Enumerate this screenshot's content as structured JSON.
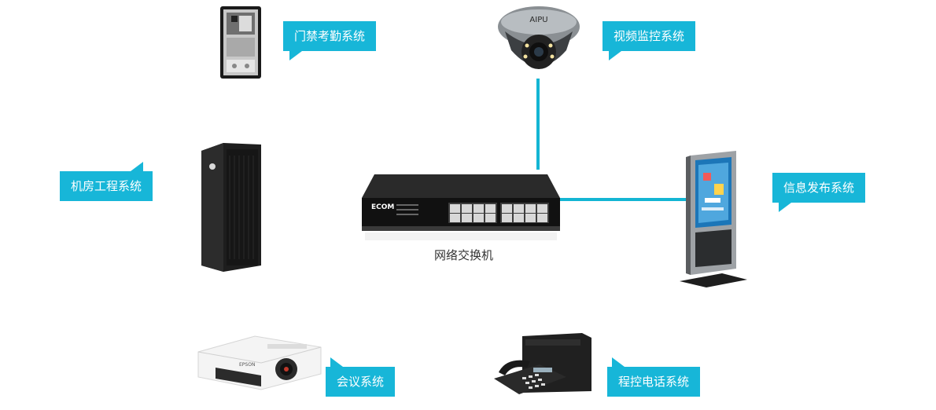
{
  "center": {
    "label": "网络交换机",
    "brand": "ECOM"
  },
  "camera_brand": "AIPU",
  "projector_brand": "EPSON",
  "nodes": {
    "access": "门禁考勤系统",
    "video": "视频监控系统",
    "room": "机房工程系统",
    "info": "信息发布系统",
    "meeting": "会议系统",
    "phone": "程控电话系统"
  },
  "colors": {
    "accent": "#17b6d8",
    "line": "#13b5d3"
  }
}
